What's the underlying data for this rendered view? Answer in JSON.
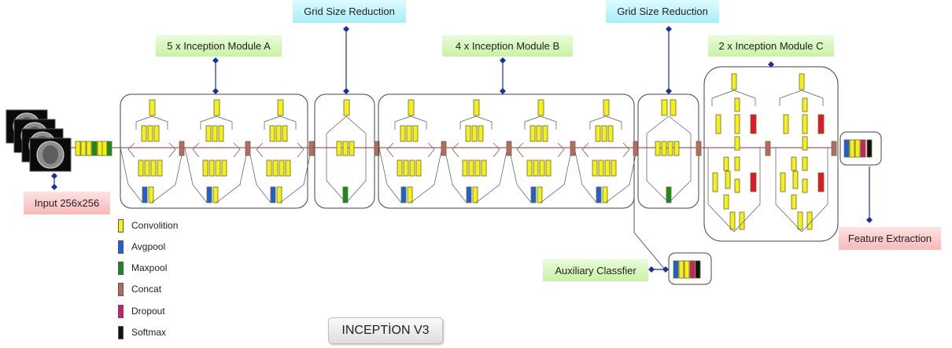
{
  "labels": {
    "input": "Input 256x256",
    "module_a": "5 x Inception Module A",
    "grid_reduction_1": "Grid Size Reduction",
    "module_b": "4 x Inception Module B",
    "grid_reduction_2": "Grid Size Reduction",
    "module_c": "2 x Inception Module C",
    "feature_extraction": "Feature Extraction",
    "auxiliary": "Auxiliary Classfier",
    "title": "INCEPTİON V3"
  },
  "legend": [
    {
      "label": "Convolition",
      "color": "#f5ef1d"
    },
    {
      "label": "Avgpool",
      "color": "#1e5fd8"
    },
    {
      "label": "Maxpool",
      "color": "#1a8a22"
    },
    {
      "label": "Concat",
      "color": "#b56a6a"
    },
    {
      "label": "Dropout",
      "color": "#d1196f"
    },
    {
      "label": "Softmax",
      "color": "#111111"
    }
  ],
  "colors": {
    "conv": "#f5ef1d",
    "avgpool": "#1e5fd8",
    "maxpool": "#1a8a22",
    "concat": "#b56a6a",
    "dropout": "#d1196f",
    "softmax": "#111111",
    "module_c_red": "#e0182a",
    "connector": "#1a2f9c"
  }
}
